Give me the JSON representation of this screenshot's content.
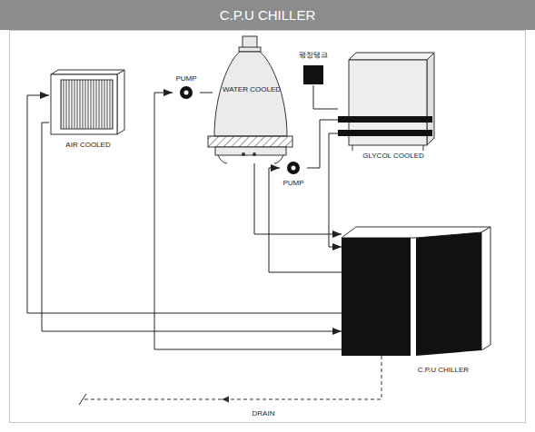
{
  "diagram": {
    "title": "C.P.U CHILLER",
    "nodes": [
      {
        "text": [
          "AIR COOLED"
        ]
      },
      {
        "text": [
          "WATER COOLED"
        ]
      },
      {
        "text": [
          "PUMP"
        ]
      },
      {
        "text": [
          "팽창탱크"
        ]
      },
      {
        "text": [
          "PUMP"
        ]
      },
      {
        "text": [
          "GLYCOL COOLED"
        ]
      },
      {
        "text": [
          "C.P.U CHILLER"
        ]
      }
    ],
    "edges": [
      {
        "from": 6,
        "to": 0,
        "arrow": "to"
      },
      {
        "from": 0,
        "to": 6,
        "arrow": "to"
      },
      {
        "from": 6,
        "to": 2,
        "arrow": "to"
      },
      {
        "from": 2,
        "to": 1,
        "arrow": "none"
      },
      {
        "from": 1,
        "to": 6,
        "arrow": "to"
      },
      {
        "from": 6,
        "to": 4,
        "arrow": "to"
      },
      {
        "from": 4,
        "to": 5,
        "arrow": "none"
      },
      {
        "from": 5,
        "to": 6,
        "arrow": "to"
      },
      {
        "from": 3,
        "to": 5,
        "arrow": "none"
      }
    ],
    "labels": [
      "DRAIN"
    ]
  }
}
